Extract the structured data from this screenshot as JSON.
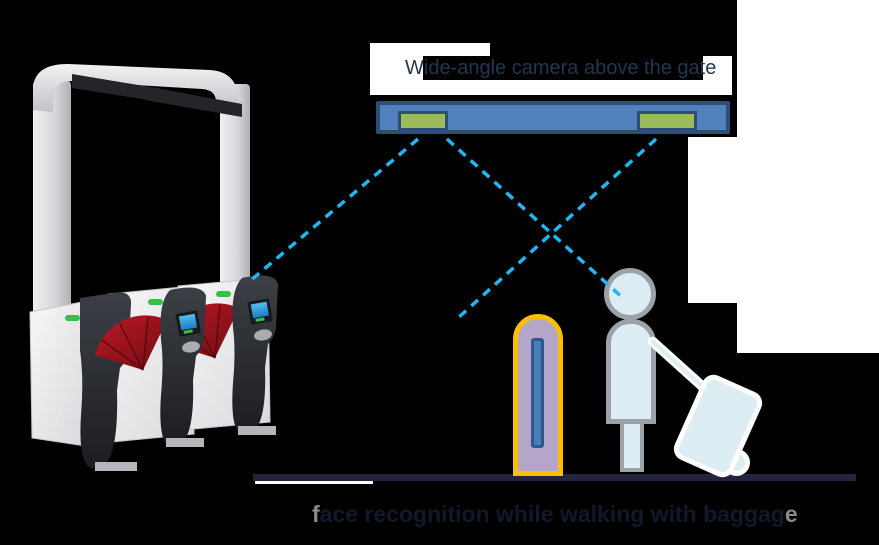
{
  "title": {
    "lead": "W",
    "body": "ide-angle camera above the gate"
  },
  "caption": {
    "lead": "f",
    "body": "ace recognition while walking with baggag",
    "tail": "e"
  },
  "colors": {
    "background": "#000000",
    "white_patch": "#FFFFFF",
    "camera_bar_fill": "#5081BC",
    "camera_bar_border": "#2E4E76",
    "lens_fill": "#9CBB5D",
    "sightline_cyan": "#1EB7F2",
    "kiosk_fill": "#B3A6C8",
    "kiosk_border": "#FBBF00",
    "kiosk_slot": "#4B7DB7",
    "passenger_fill": "#DCEDF4",
    "passenger_outline": "#9CA3A8",
    "luggage_outline": "#FFFFFF",
    "floor": "#23233E",
    "gate_flap_red": "#A01420",
    "gate_indicator_green": "#35C04A",
    "gate_screen_blue": "#2FA0E2"
  }
}
